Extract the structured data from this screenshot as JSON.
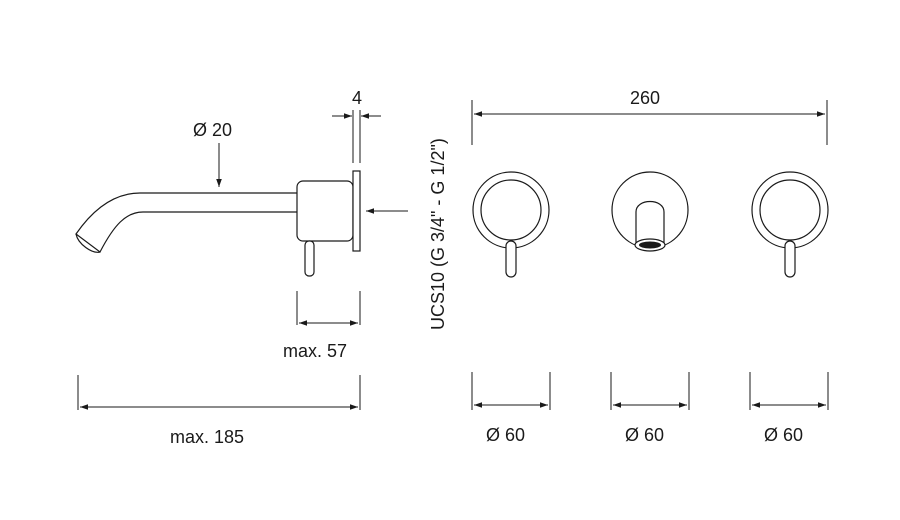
{
  "labels": {
    "spout_diameter": "Ø 20",
    "plate_thickness": "4",
    "total_width": "260",
    "connection": "UCS10 (G 3/4\" - G 1/2\")",
    "max_depth": "max. 57",
    "max_length": "max. 185",
    "diam_left": "Ø 60",
    "diam_middle": "Ø 60",
    "diam_right": "Ø 60"
  }
}
